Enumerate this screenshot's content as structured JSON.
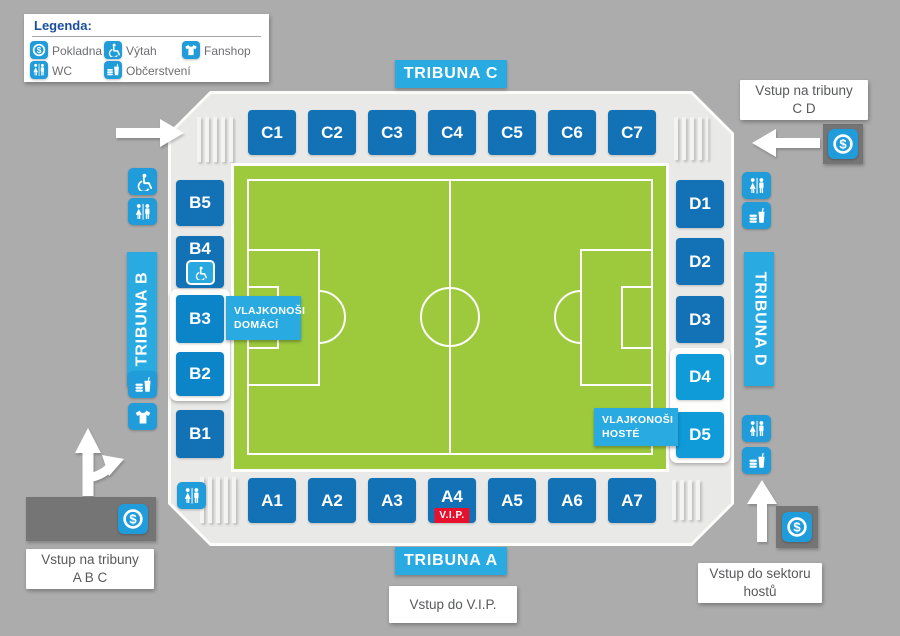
{
  "colors": {
    "background_gray": "#ACACAC",
    "accent_blue": "#29ABE2",
    "icon_blue": "#1F9CD9",
    "section_blue": "#1272B5",
    "highlight_blue_home": "#0C85C8",
    "highlight_blue_guests": "#0E9BD8",
    "pitch_green": "#9DCA3D",
    "vip_red": "#E8112D",
    "entry_pad_gray": "#757575",
    "text_gray": "#58595B",
    "legend_title_blue": "#1C4E9E"
  },
  "legend": {
    "title": "Legenda:",
    "items": [
      {
        "icon": "cash-icon",
        "label": "Pokladna"
      },
      {
        "icon": "elevator-icon",
        "label": "Výtah"
      },
      {
        "icon": "fanshop-icon",
        "label": "Fanshop"
      },
      {
        "icon": "wc-icon",
        "label": "WC"
      },
      {
        "icon": "refreshments-icon",
        "label": "Občerstvení"
      }
    ]
  },
  "stands": {
    "c": {
      "label": "TRIBUNA C",
      "sections": [
        "C1",
        "C2",
        "C3",
        "C4",
        "C5",
        "C6",
        "C7"
      ]
    },
    "a": {
      "label": "TRIBUNA A",
      "sections": [
        "A1",
        "A2",
        "A3",
        "A4",
        "A5",
        "A6",
        "A7"
      ],
      "vip_badge": "V.I.P."
    },
    "b": {
      "label": "TRIBUNA B",
      "sections": [
        "B5",
        "B4",
        "B3",
        "B2",
        "B1"
      ]
    },
    "d": {
      "label": "TRIBUNA D",
      "sections": [
        "D1",
        "D2",
        "D3",
        "D4",
        "D5"
      ]
    }
  },
  "pitch": {
    "flag_home": {
      "line1": "VLAJKONOŠI",
      "line2": "DOMÁCÍ"
    },
    "flag_guests": {
      "line1": "VLAJKONOŠI",
      "line2": "HOSTÉ"
    }
  },
  "entrances": {
    "cd": {
      "line1": "Vstup na tribuny",
      "line2": "C D"
    },
    "abc": {
      "line1": "Vstup na tribuny",
      "line2": "A B C"
    },
    "guests": {
      "line1": "Vstup do sektoru",
      "line2": "hostů"
    },
    "vip": {
      "label": "Vstup do V.I.P."
    }
  }
}
